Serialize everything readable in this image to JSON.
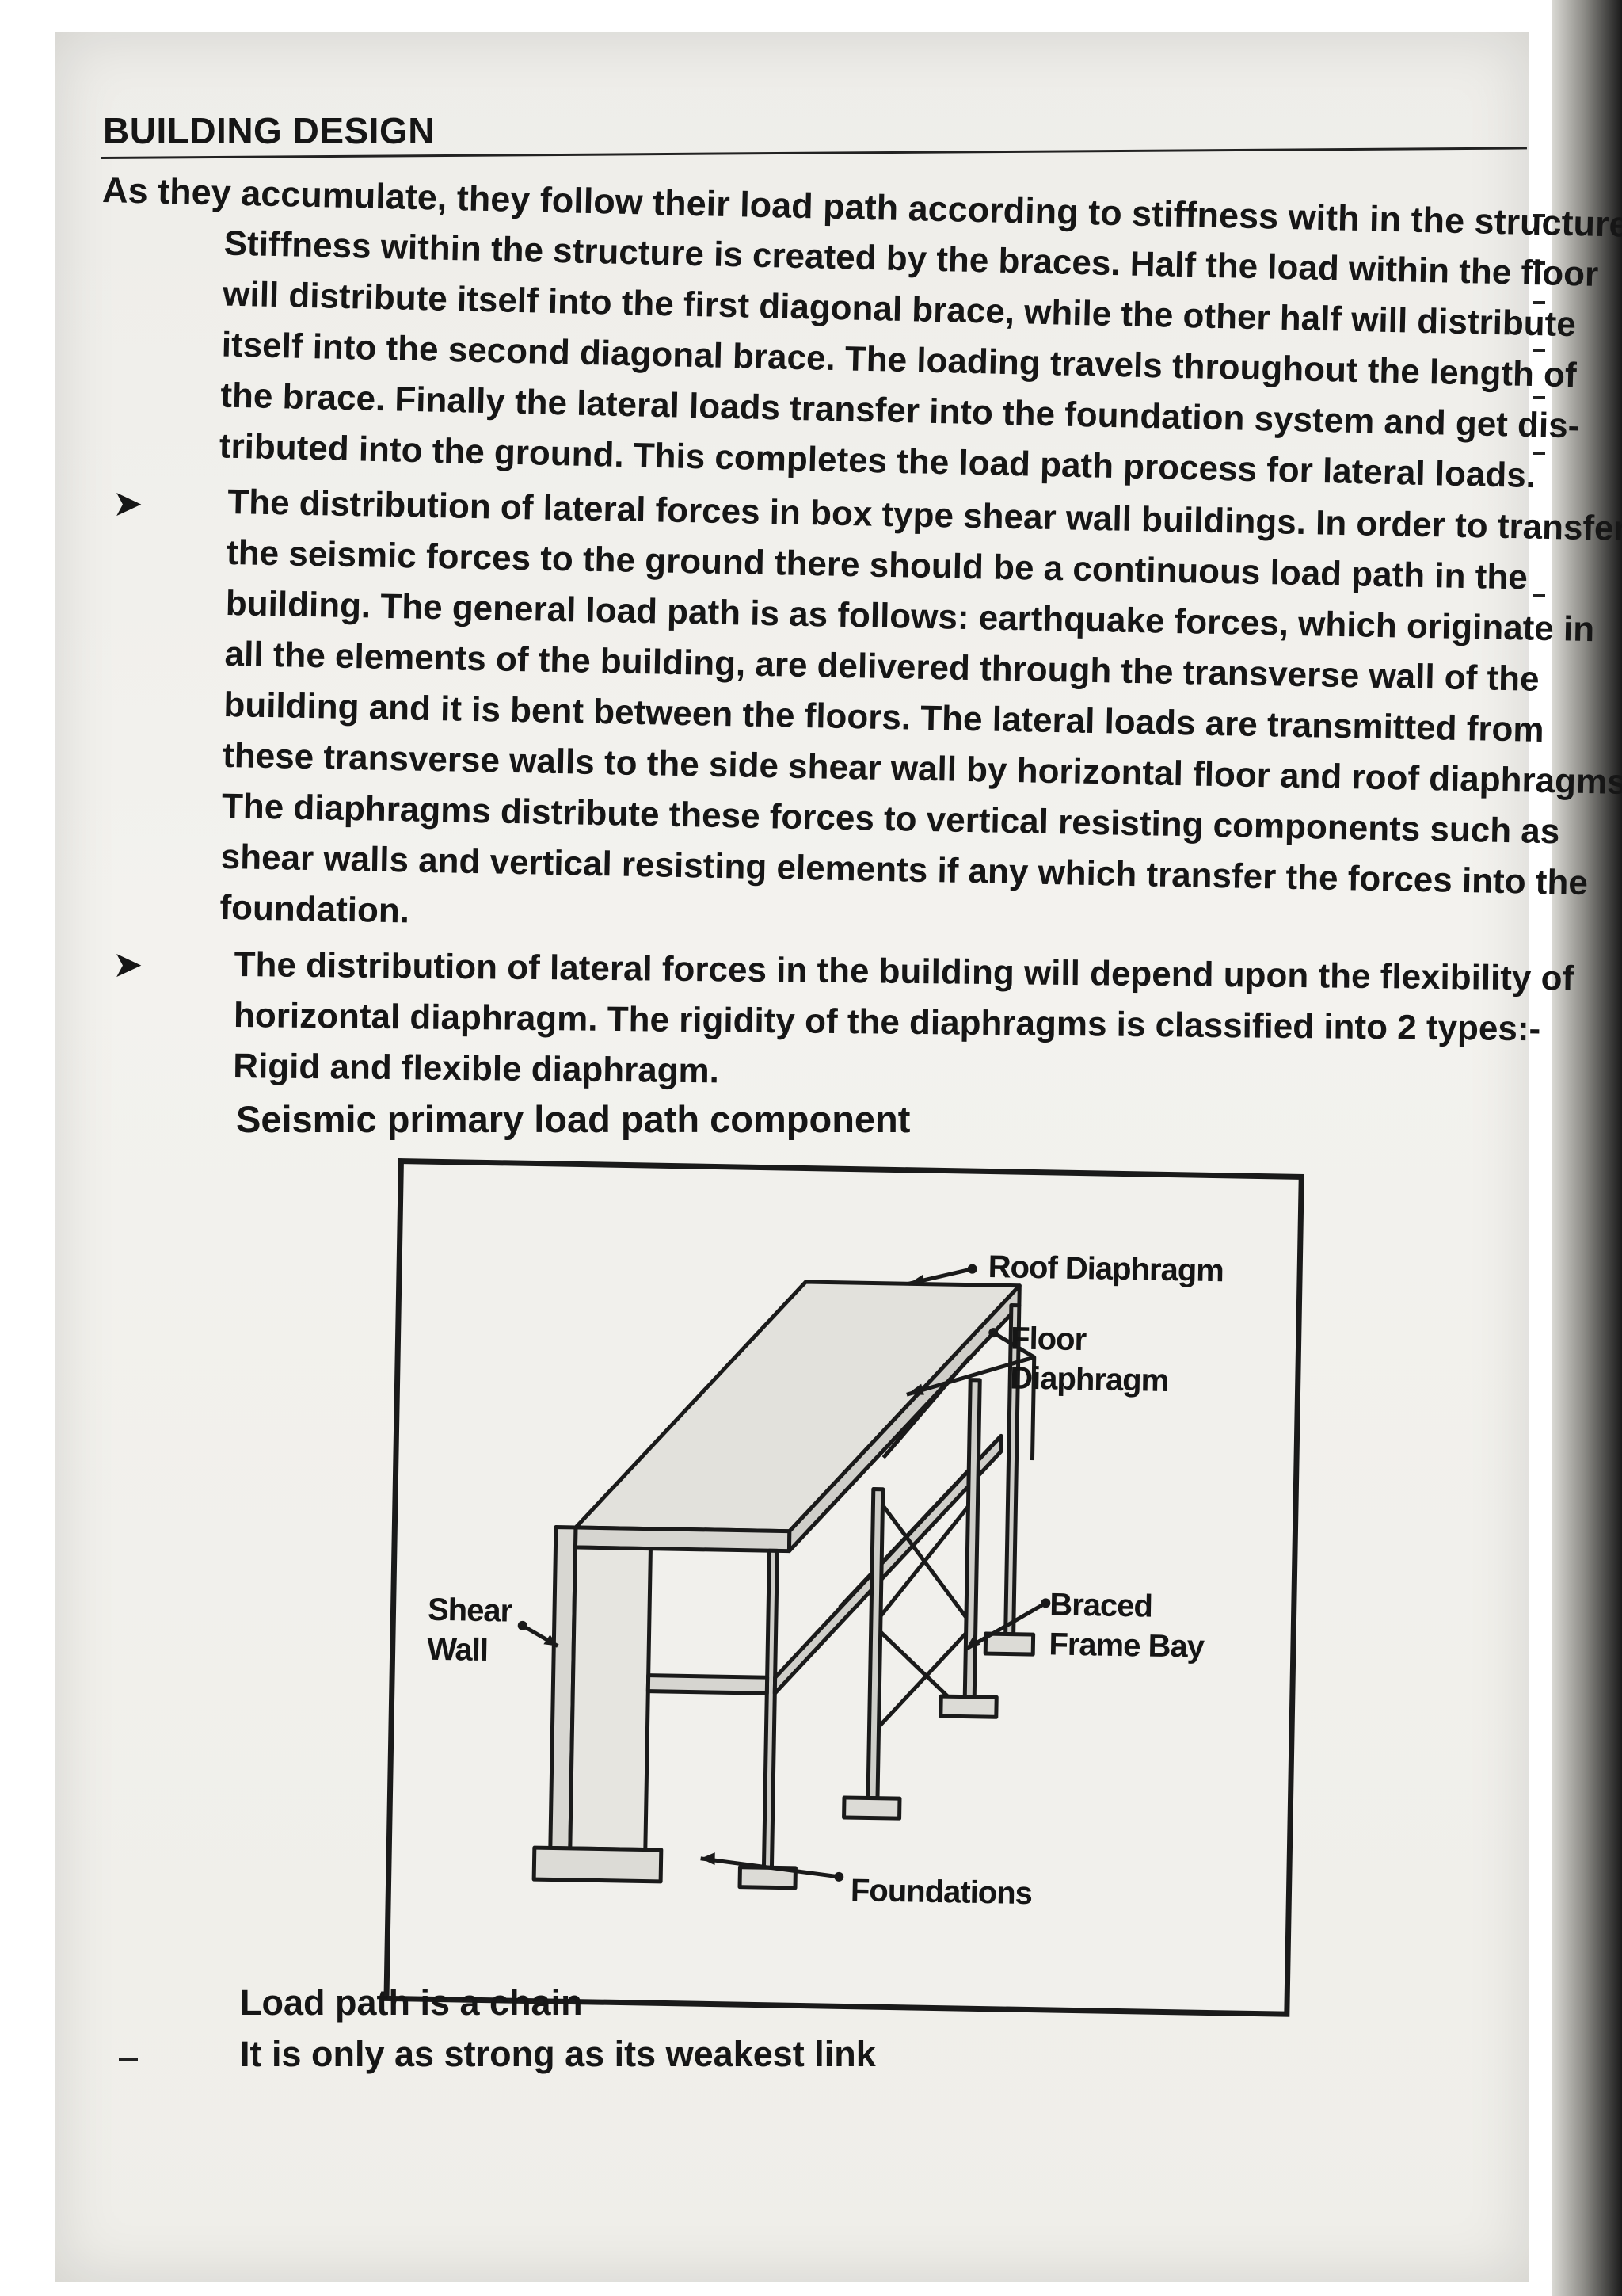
{
  "header": {
    "title": "BUILDING DESIGN"
  },
  "paragraph1": {
    "lines": [
      "As they accumulate, they follow their load path according to stiffness with in the structure",
      "Stiffness within the structure is created by the braces. Half the load within the floor",
      "will distribute itself into the first diagonal brace, while the other half will distribute",
      "itself into the second diagonal brace. The loading travels throughout the length of",
      "the brace. Finally the lateral loads transfer into the foundation system and get dis-",
      "tributed into the ground. This completes the load path process for lateral loads."
    ]
  },
  "bullets": {
    "symbol": "➤",
    "item1_lines": [
      "The distribution of lateral forces in box type shear wall buildings. In order to transfer",
      "the seismic forces to the ground there should be a continuous load path in the",
      "building. The general load path is as follows: earthquake forces, which originate in",
      "all the elements of the building, are delivered through the transverse wall of the",
      "building and it is bent between the floors. The lateral loads are transmitted from",
      "these transverse walls to the side shear wall by horizontal floor and roof diaphragms.",
      "The diaphragms distribute these forces to vertical resisting components such as",
      "shear walls and vertical resisting elements if any which transfer the forces into the",
      "foundation."
    ],
    "item2_lines": [
      "The distribution of lateral forces in the building will depend upon the flexibility of",
      "horizontal diaphragm. The rigidity of the diaphragms is classified into 2 types:-",
      "Rigid and flexible diaphragm."
    ]
  },
  "figure": {
    "caption": "Seismic primary load path component",
    "labels": {
      "roof": "Roof Diaphragm",
      "floor_1": "Floor",
      "floor_2": "Diaphragm",
      "braced_1": "Braced",
      "braced_2": "Frame Bay",
      "shear_1": "Shear",
      "shear_2": "Wall",
      "foundations": "Foundations"
    }
  },
  "footer": {
    "line1": "Load path is a chain",
    "line2": "It is only as strong as its weakest link"
  }
}
